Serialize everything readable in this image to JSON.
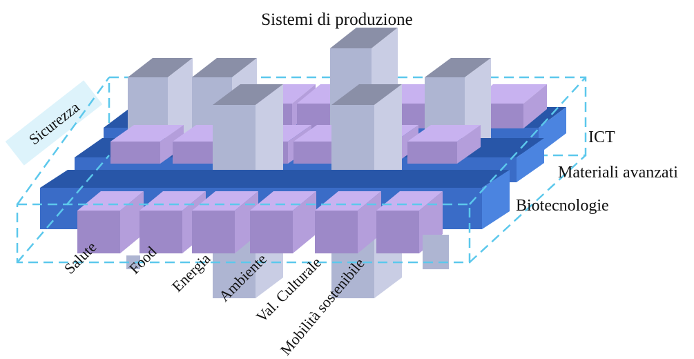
{
  "title": "Sistemi di produzione",
  "layers": [
    {
      "label": "ICT"
    },
    {
      "label": "Materiali avanzati"
    },
    {
      "label": "Biotecnologie"
    }
  ],
  "application_areas": [
    {
      "label": "Salute"
    },
    {
      "label": "Food"
    },
    {
      "label": "Energia"
    },
    {
      "label": "Ambiente"
    },
    {
      "label": "Val. Culturale"
    },
    {
      "label": "Mobilità sostenibile"
    }
  ],
  "side_label": "Sicurezza",
  "colors": {
    "blue_front": "#3A6CC7",
    "blue_top": "#2856A8",
    "blue_side": "#4B84E0",
    "violet_front": "#9D89C8",
    "violet_top": "#C8B2F0",
    "violet_side": "#B49EDB",
    "gray_front": "#AEB5D2",
    "gray_top": "#8A8FA7",
    "gray_side": "#C9CDE4",
    "dashed_frame": "#5CC8EC",
    "sicurezza_bg": "#DDF3FB"
  }
}
